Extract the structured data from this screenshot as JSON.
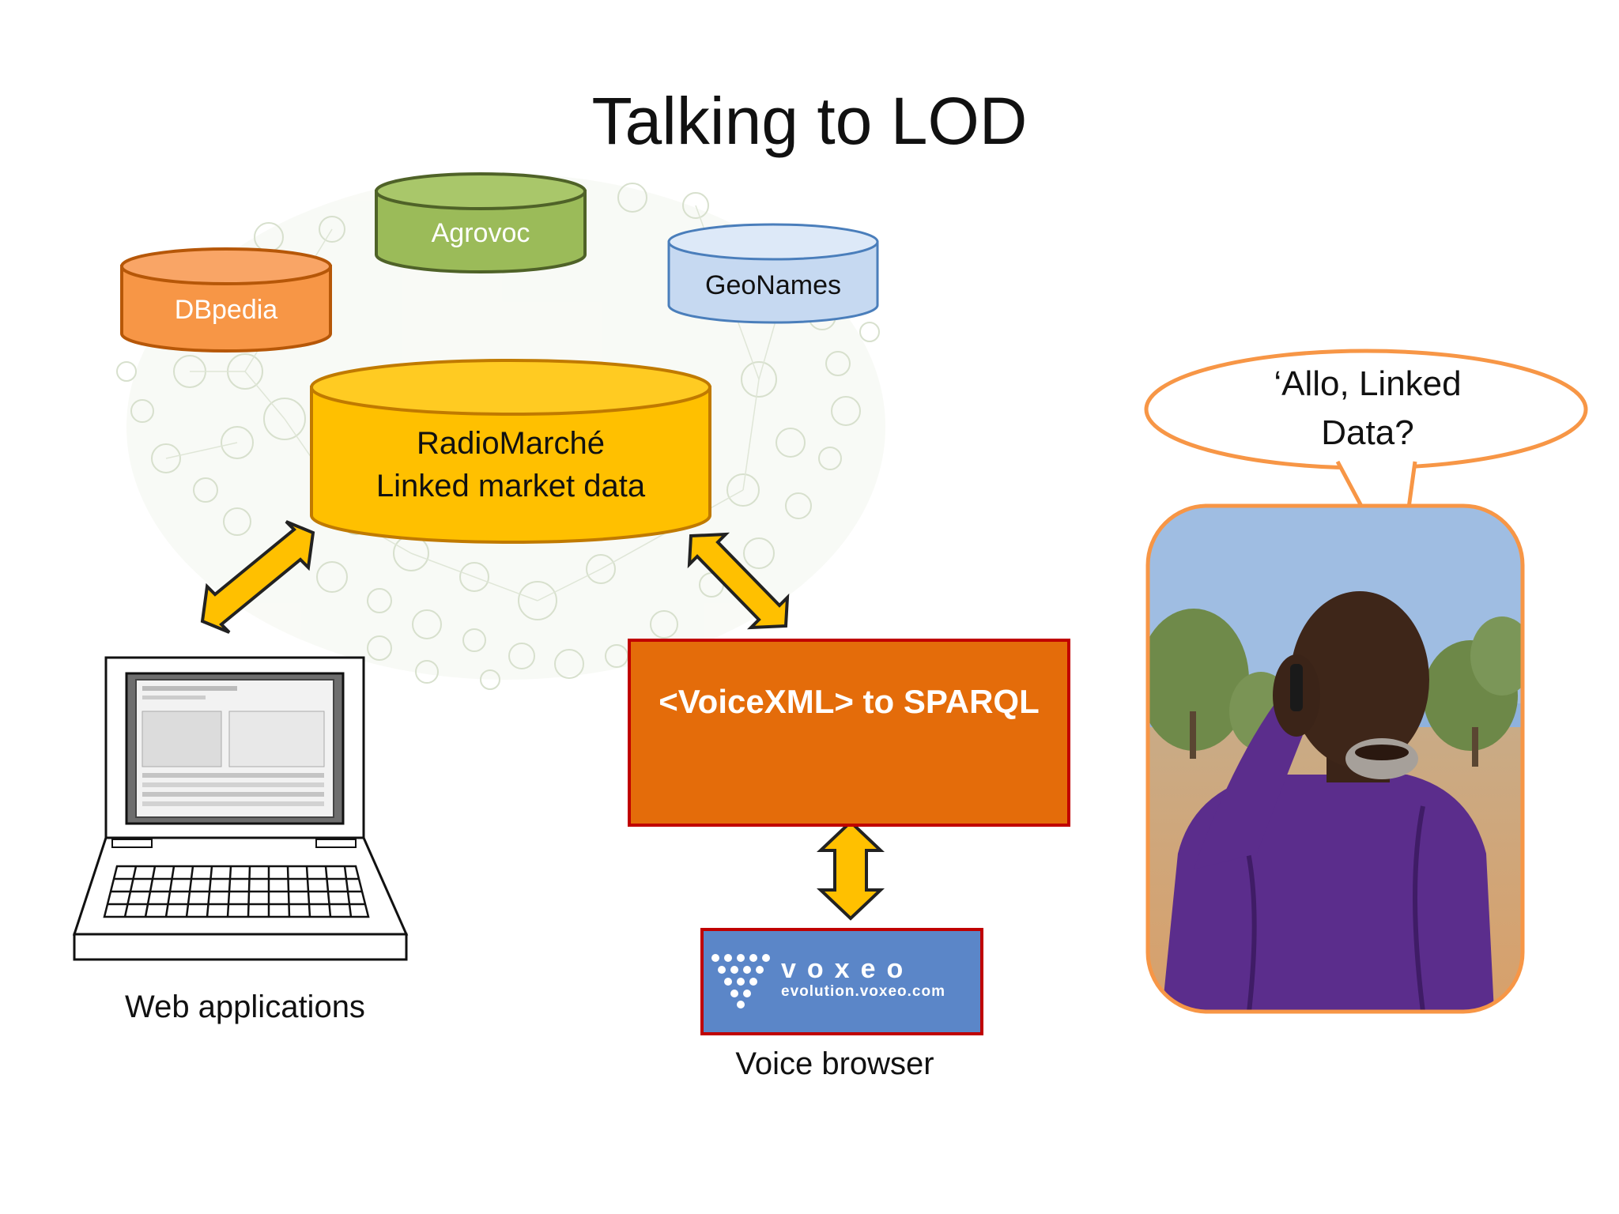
{
  "title": "Talking to LOD",
  "databases": {
    "dbpedia": "DBpedia",
    "agrovoc": "Agrovoc",
    "geonames": "GeoNames",
    "radiomarche_line1": "RadioMarché",
    "radiomarche_line2": "Linked market data"
  },
  "converter": "<VoiceXML> to SPARQL",
  "web_label": "Web applications",
  "voice_label": "Voice browser",
  "voxeo": {
    "name": "voxeo",
    "url": "evolution.voxeo.com"
  },
  "speech": {
    "line1": "‘Allo, Linked",
    "line2": "Data?"
  },
  "colors": {
    "dbpedia": "#f79646",
    "agrovoc": "#9bbb59",
    "geonames": "#c6d9f1",
    "radiomarche": "#ffc000",
    "converter": "#e46c0a",
    "arrow": "#ffc000",
    "bubble_border": "#f79646"
  }
}
